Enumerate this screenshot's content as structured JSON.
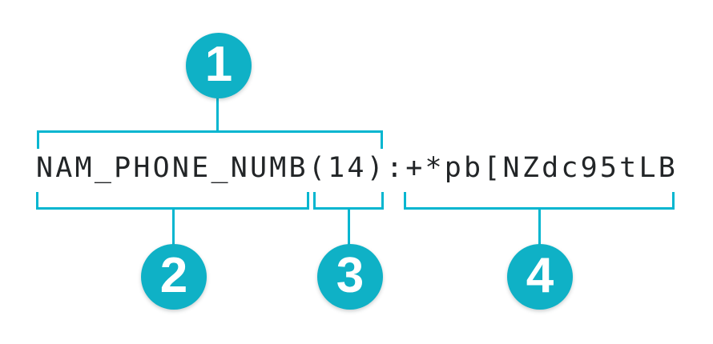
{
  "diagram": {
    "full_string": "NAM_PHONE_NUMB(14):+*pb[NZdc95tLB",
    "parts": {
      "field_name": "NAM_PHONE_NUMB",
      "field_length": "(14)",
      "separator": ":",
      "field_value": "+*pb[NZdc95tLB"
    },
    "callouts": [
      {
        "number": "1",
        "refers_to": "NAM_PHONE_NUMB(14)",
        "position": "top"
      },
      {
        "number": "2",
        "refers_to": "NAM_PHONE_NUMB",
        "position": "bottom"
      },
      {
        "number": "3",
        "refers_to": "(14)",
        "position": "bottom"
      },
      {
        "number": "4",
        "refers_to": "+*pb[NZdc95tLB",
        "position": "bottom"
      }
    ],
    "colors": {
      "accent": "#0fb1c6",
      "line": "#04b6d0",
      "text": "#222527",
      "badge_number": "#ffffff",
      "background": "#ffffff"
    }
  }
}
